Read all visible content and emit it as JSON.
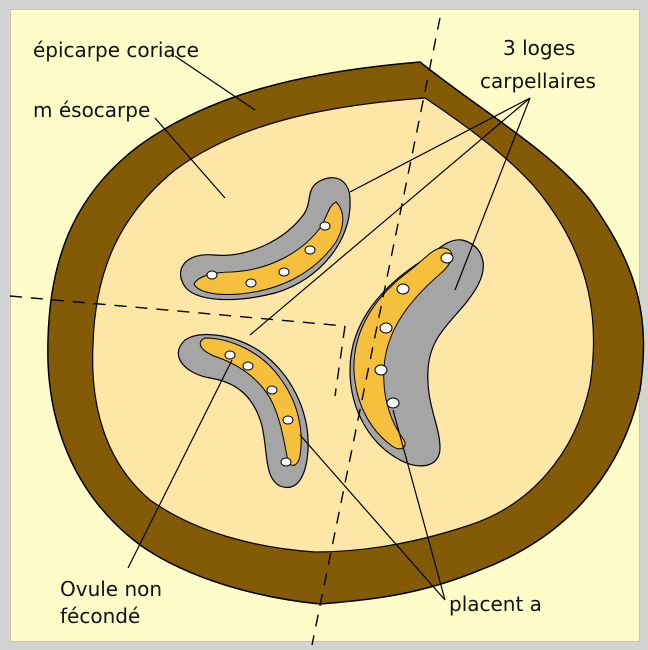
{
  "labels": {
    "epicarp": "épicarpe coriace",
    "mesocarp": "m ésocarpe",
    "loges_line1": "3 loges",
    "loges_line2": "carpellaires",
    "ovule_line1": "Ovule non",
    "ovule_line2": "fécondé",
    "placenta": "placent a"
  },
  "colors": {
    "background": "#d3d3d3",
    "panel": "#fefcc9",
    "epicarp": "#835b07",
    "mesocarp": "#fde6a6",
    "loge": "#a5a5a5",
    "placenta": "#f6c03d",
    "ovule": "#ffffff",
    "line": "#000000"
  }
}
